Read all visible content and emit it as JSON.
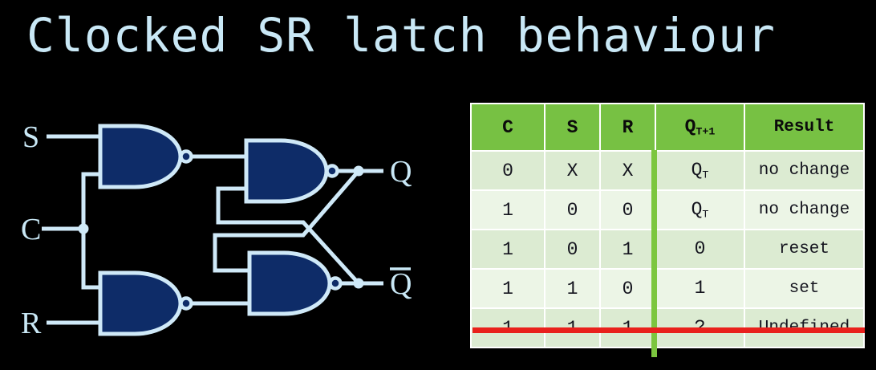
{
  "slide": {
    "title": "Clocked SR latch behaviour"
  },
  "colors": {
    "bg": "#000000",
    "title-blue": "#c9e8f6",
    "wire-blue": "#cfe9f8",
    "gate-navy": "#0e2c68",
    "header-green": "#77c143",
    "divider-green": "#7cc63f",
    "row-dark": "#dcebd2",
    "row-light": "#ecf5e6",
    "strike-red": "#e9211c",
    "cell-text": "#14141e",
    "grid-white": "#ffffff"
  },
  "circuit": {
    "labels": {
      "s": "S",
      "c": "C",
      "r": "R",
      "q": "Q",
      "q_bar": "Q"
    }
  },
  "table": {
    "header": {
      "c": "C",
      "s": "S",
      "r": "R",
      "q_base": "Q",
      "q_sub": "T+1",
      "result": "Result"
    },
    "rows": [
      {
        "c": "0",
        "s": "X",
        "r": "X",
        "q_base": "Q",
        "q_sub": "T",
        "result": "no change"
      },
      {
        "c": "1",
        "s": "0",
        "r": "0",
        "q_base": "Q",
        "q_sub": "T",
        "result": "no change"
      },
      {
        "c": "1",
        "s": "0",
        "r": "1",
        "q_base": "0",
        "q_sub": "",
        "result": "reset"
      },
      {
        "c": "1",
        "s": "1",
        "r": "0",
        "q_base": "1",
        "q_sub": "",
        "result": "set"
      },
      {
        "c": "1",
        "s": "1",
        "r": "1",
        "q_base": "?",
        "q_sub": "",
        "result": "Undefined"
      }
    ]
  }
}
